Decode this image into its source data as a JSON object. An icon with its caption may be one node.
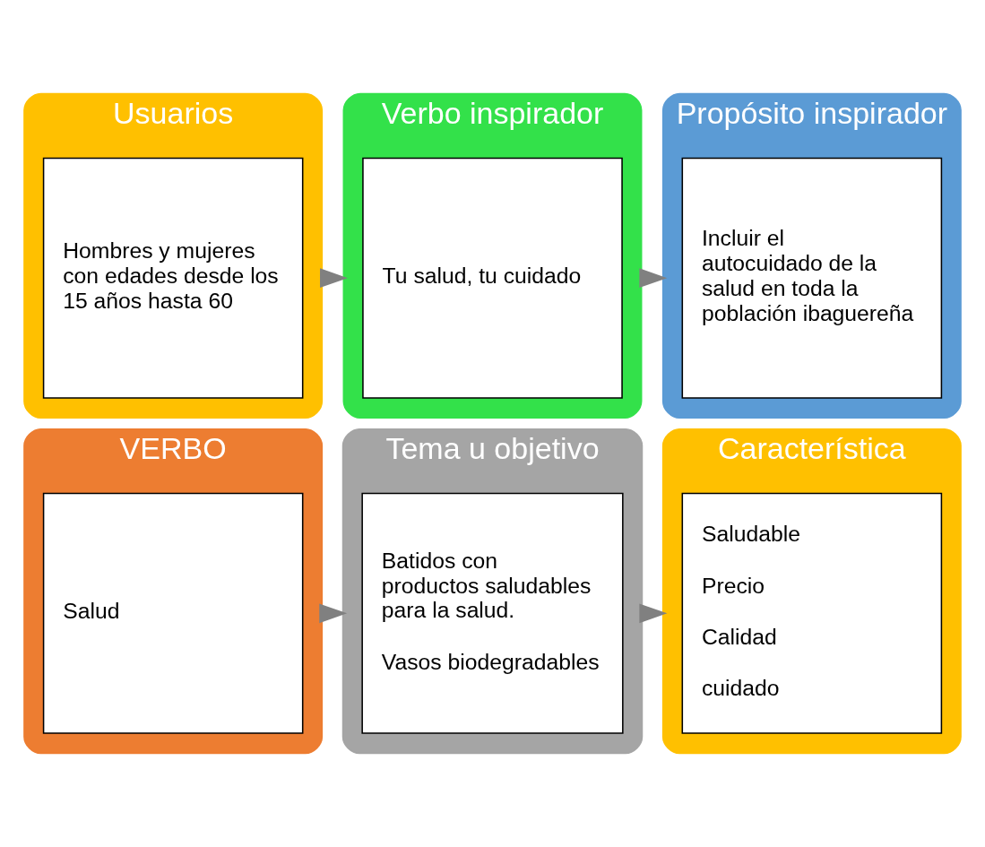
{
  "diagram": {
    "nodes": [
      {
        "text": [
          "VERBO"
        ]
      },
      {
        "text": [
          "Salud"
        ],
        "in": 0
      },
      {
        "text": [
          "Tema u objetivo"
        ]
      },
      {
        "text": [
          "Batidos con productos saludables para la salud.",
          "Vasos biodegradables"
        ],
        "in": 2
      },
      {
        "text": [
          "Característica"
        ]
      },
      {
        "text": [
          "Saludable",
          "Precio",
          "Calidad",
          "cuidado"
        ],
        "in": 4
      },
      {
        "text": [
          "Usuarios"
        ]
      },
      {
        "text": [
          "Hombres y mujeres con edades desde los 15 años hasta 60"
        ],
        "in": 6
      },
      {
        "text": [
          "Verbo inspirador"
        ]
      },
      {
        "text": [
          "Tu salud, tu cuidado"
        ],
        "in": 8
      },
      {
        "text": [
          "Propósito inspirador"
        ]
      },
      {
        "text": [
          "Incluir el autocuidado de la salud en toda la población ibaguereña"
        ],
        "in": 10
      }
    ],
    "edges": [
      {
        "from": 0,
        "to": 2,
        "arrow": "to"
      },
      {
        "from": 2,
        "to": 4,
        "arrow": "to"
      },
      {
        "from": 6,
        "to": 8,
        "arrow": "to"
      },
      {
        "from": 8,
        "to": 10,
        "arrow": "to"
      }
    ]
  }
}
